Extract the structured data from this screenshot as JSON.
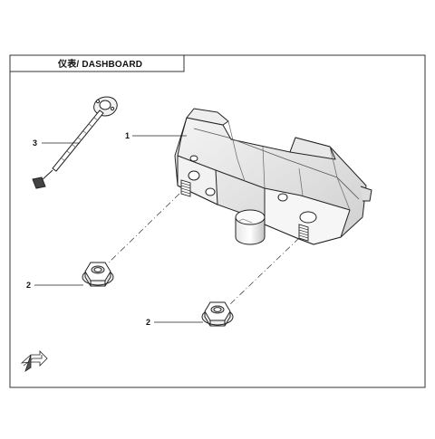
{
  "header": {
    "title": "仪表/ DASHBOARD"
  },
  "callouts": [
    {
      "number": "1",
      "part": "dashboard-assembly"
    },
    {
      "number": "2",
      "part": "flange-nut"
    },
    {
      "number": "2",
      "part": "flange-nut"
    },
    {
      "number": "3",
      "part": "wiring-harness"
    }
  ],
  "icons": {
    "corner_mark": "front-direction-arrow-icon"
  },
  "colors": {
    "line": "#222222",
    "fill": "#ffffff",
    "shade": "#d8d8d8"
  }
}
